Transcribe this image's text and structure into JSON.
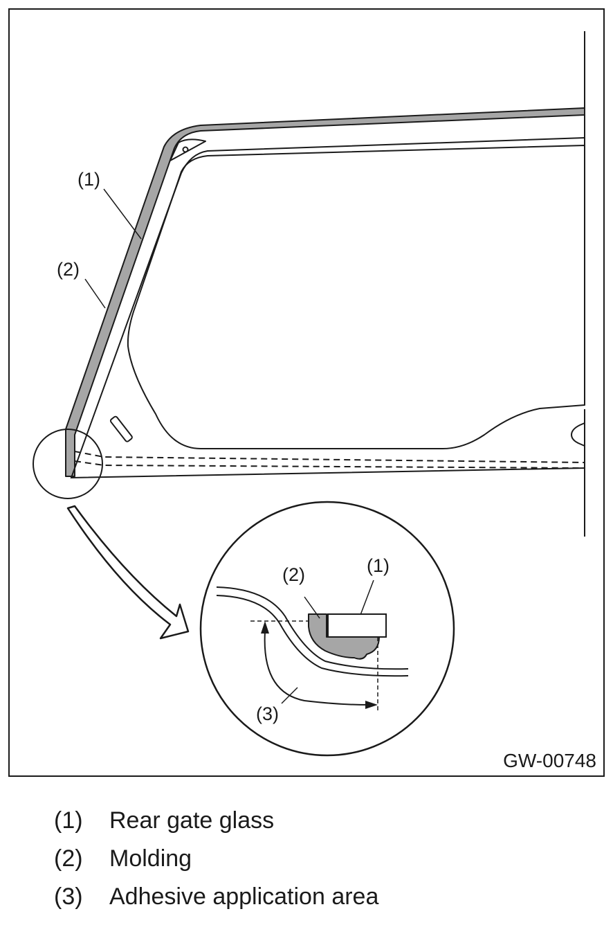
{
  "figure": {
    "code": "GW-00748",
    "callouts": {
      "overview_1": "(1)",
      "overview_2": "(2)",
      "detail_1": "(1)",
      "detail_2": "(2)",
      "detail_3": "(3)"
    }
  },
  "legend": [
    {
      "num": "(1)",
      "text": "Rear gate glass"
    },
    {
      "num": "(2)",
      "text": "Molding"
    },
    {
      "num": "(3)",
      "text": "Adhesive application area"
    }
  ],
  "colors": {
    "line": "#1a1a1a",
    "molding_fill": "#a6a6a6",
    "background": "#ffffff"
  }
}
